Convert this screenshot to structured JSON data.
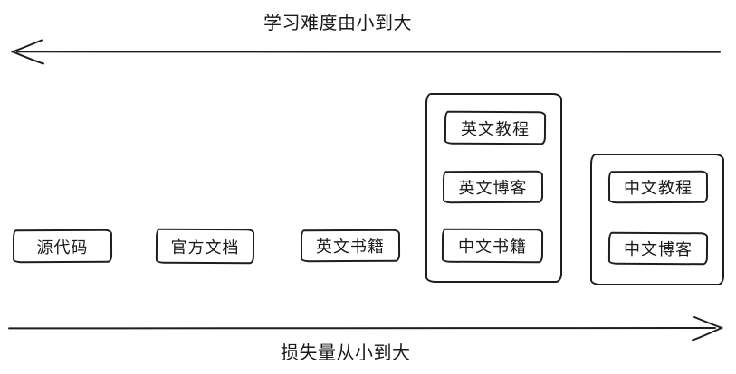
{
  "diagram": {
    "top_axis_label": "学习难度由小到大",
    "bottom_axis_label": "损失量从小到大",
    "nodes": [
      {
        "label": "源代码"
      },
      {
        "label": "官方文档"
      },
      {
        "label": "英文书籍"
      }
    ],
    "group1": {
      "items": [
        {
          "label": "英文教程"
        },
        {
          "label": "英文博客"
        },
        {
          "label": "中文书籍"
        }
      ]
    },
    "group2": {
      "items": [
        {
          "label": "中文教程"
        },
        {
          "label": "中文博客"
        }
      ]
    },
    "colors": {
      "stroke": "#1e1e1e",
      "text": "#1a1a1a",
      "background": "#ffffff"
    }
  }
}
